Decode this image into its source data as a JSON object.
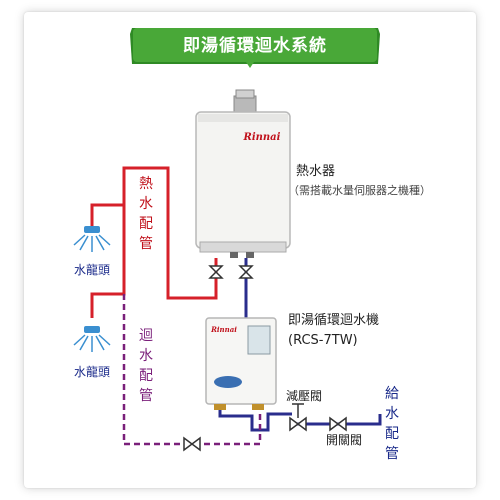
{
  "title": "即湯循環迴水系統",
  "heater": {
    "label": "熱水器",
    "note": "（需搭載水量伺服器之機種）",
    "brand": "Rinnai"
  },
  "circulator": {
    "label": "即湯循環迴水機",
    "model": "(RCS-7TW)",
    "brand": "Rinnai"
  },
  "pipes": {
    "hot": [
      "熱",
      "水",
      "配",
      "管"
    ],
    "return": [
      "迴",
      "水",
      "配",
      "管"
    ],
    "supply": [
      "給",
      "水",
      "配",
      "管"
    ]
  },
  "faucets": [
    "水龍頭",
    "水龍頭"
  ],
  "valves": {
    "pressure_reducing": "減壓閥",
    "shutoff": "開關閥"
  },
  "colors": {
    "hot": "#d6202a",
    "supply": "#2a2d8c",
    "return": "#7a1f7a",
    "banner": "#3c9a2e"
  }
}
